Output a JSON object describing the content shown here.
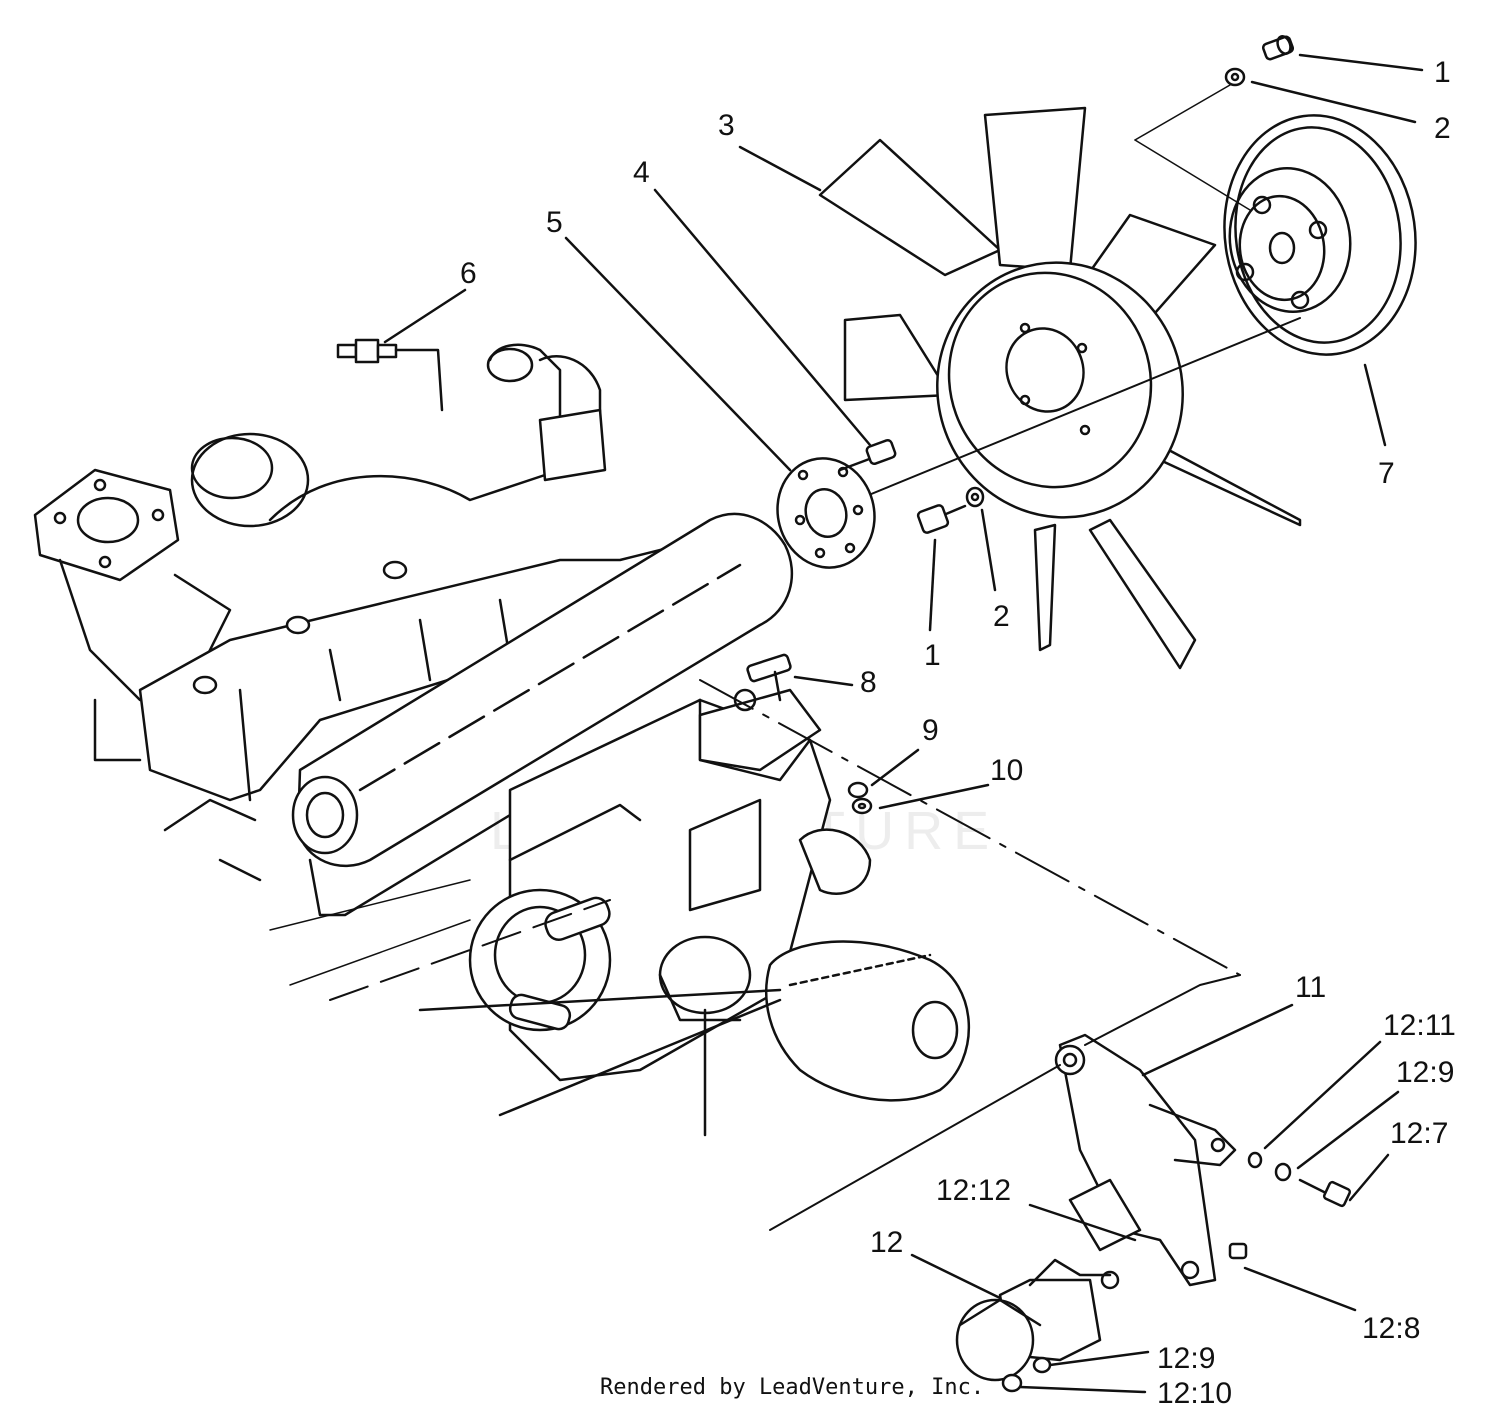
{
  "footer": {
    "credit": "Rendered by LeadVenture, Inc."
  },
  "watermark": {
    "text": "LEADVENTURE"
  },
  "callouts": [
    {
      "id": "c1a",
      "text": "1"
    },
    {
      "id": "c2a",
      "text": "2"
    },
    {
      "id": "c3",
      "text": "3"
    },
    {
      "id": "c4",
      "text": "4"
    },
    {
      "id": "c5",
      "text": "5"
    },
    {
      "id": "c6",
      "text": "6"
    },
    {
      "id": "c7",
      "text": "7"
    },
    {
      "id": "c1b",
      "text": "1"
    },
    {
      "id": "c2b",
      "text": "2"
    },
    {
      "id": "c8",
      "text": "8"
    },
    {
      "id": "c9",
      "text": "9"
    },
    {
      "id": "c10",
      "text": "10"
    },
    {
      "id": "c11",
      "text": "11"
    },
    {
      "id": "c12_11",
      "text": "12:11"
    },
    {
      "id": "c12_9a",
      "text": "12:9"
    },
    {
      "id": "c12_7",
      "text": "12:7"
    },
    {
      "id": "c12_12",
      "text": "12:12"
    },
    {
      "id": "c12",
      "text": "12"
    },
    {
      "id": "c12_8",
      "text": "12:8"
    },
    {
      "id": "c12_9b",
      "text": "12:9"
    },
    {
      "id": "c12_10",
      "text": "12:10"
    }
  ]
}
